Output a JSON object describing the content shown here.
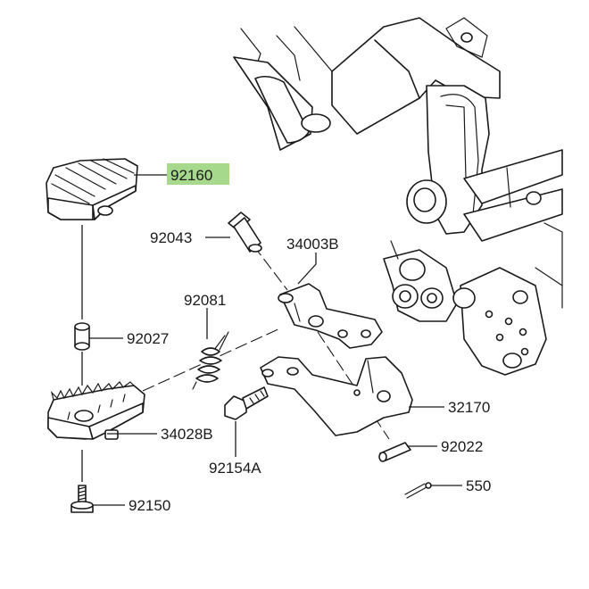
{
  "diagram": {
    "highlight_color": "#a6d98c",
    "line_color": "#1a1a1a",
    "parts": [
      {
        "id": "footpeg-rubber",
        "label": "92160",
        "highlighted": true
      },
      {
        "id": "pin",
        "label": "92043",
        "highlighted": false
      },
      {
        "id": "bracket",
        "label": "34003B",
        "highlighted": false
      },
      {
        "id": "spring",
        "label": "92081",
        "highlighted": false
      },
      {
        "id": "collar",
        "label": "92027",
        "highlighted": false
      },
      {
        "id": "footpeg",
        "label": "34028B",
        "highlighted": false
      },
      {
        "id": "bolt",
        "label": "92154A",
        "highlighted": false
      },
      {
        "id": "plate",
        "label": "32170",
        "highlighted": false
      },
      {
        "id": "pin-2",
        "label": "92022",
        "highlighted": false
      },
      {
        "id": "cotter-pin",
        "label": "550",
        "highlighted": false
      },
      {
        "id": "screw",
        "label": "92150",
        "highlighted": false
      }
    ]
  }
}
